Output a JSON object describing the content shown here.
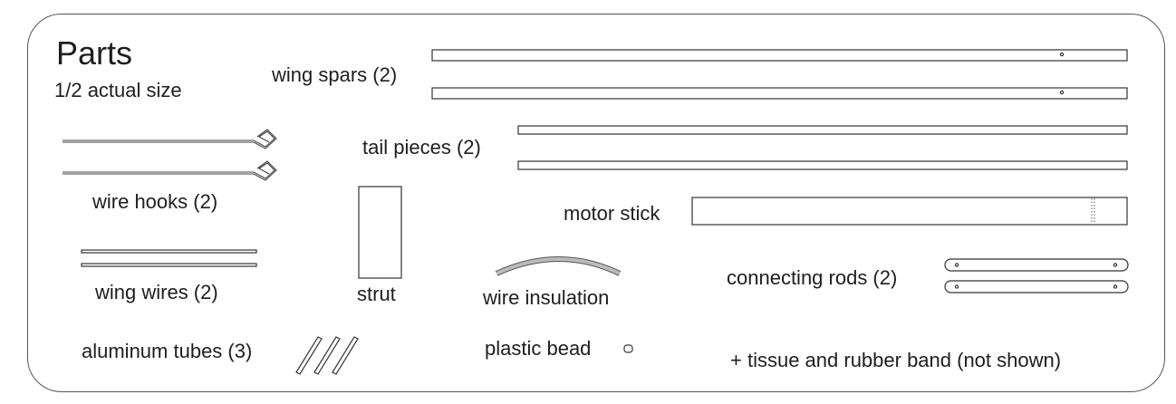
{
  "title": "Parts",
  "subtitle": "1/2 actual size",
  "parts": {
    "wing_spars": "wing spars (2)",
    "tail_pieces": "tail pieces (2)",
    "wire_hooks": "wire hooks (2)",
    "motor_stick": "motor stick",
    "strut": "strut",
    "wing_wires": "wing wires (2)",
    "wire_insulation": "wire insulation",
    "connecting_rods": "connecting rods (2)",
    "aluminum_tubes": "aluminum tubes (3)",
    "plastic_bead": "plastic bead",
    "extras": "+ tissue and rubber band (not shown)"
  },
  "colors": {
    "stroke": "#333333",
    "text": "#1e1e1e",
    "insulation": "#bbbbbb"
  }
}
